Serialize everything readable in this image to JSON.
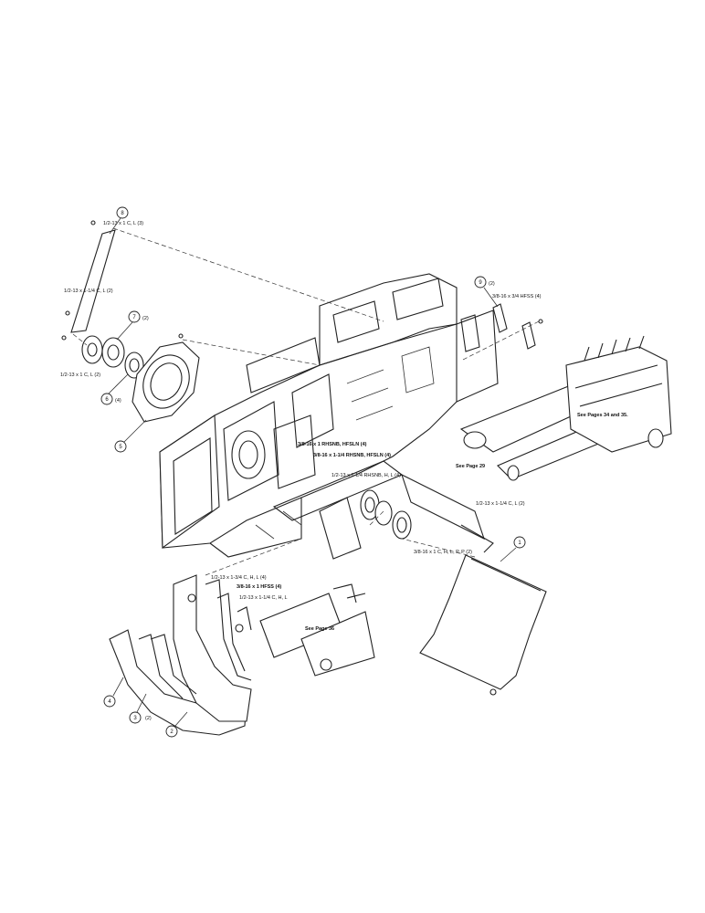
{
  "labels": {
    "l1": "1/2-13 x 1 C, L (3)",
    "l2": "1/2-13 x 1-1/4 C, L (2)",
    "l3": "1/2-13 x 1 C, L (2)",
    "l4": "3/8-16 x 3/4 HFSS (4)",
    "l5": "See Pages 34 and 35.",
    "l6": "3/8-16 x 1 RHSNB, HFSLN (4)",
    "l7": "3/8-16 x 1-1/4 RHSNB, HFSLN (4)",
    "l8": "1/2-13 x 1-1/4 RHSNB, H, L (4)",
    "l9": "See Page 29",
    "l10": "1/2-13 x 1-1/4 C, L (2)",
    "l11": "3/8-16 x 1 C, H, L, P, P (2)",
    "l12": "1/2-13 x 1-3/4 C, H, L (4)",
    "l13": "3/8-16 x 1 HFSS (4)",
    "l14": "1/2-13 x 1-1/4 C, H, L",
    "l15": "See Page 36"
  },
  "callouts": {
    "c8": "8",
    "c7": "7",
    "c6": "6",
    "c5": "5",
    "c9": "9",
    "c1": "1",
    "c4": "4",
    "c3": "3",
    "c2": "2"
  },
  "qty": {
    "q7": "(2)",
    "q6": "(4)",
    "q9": "(2)",
    "q3": "(2)"
  }
}
